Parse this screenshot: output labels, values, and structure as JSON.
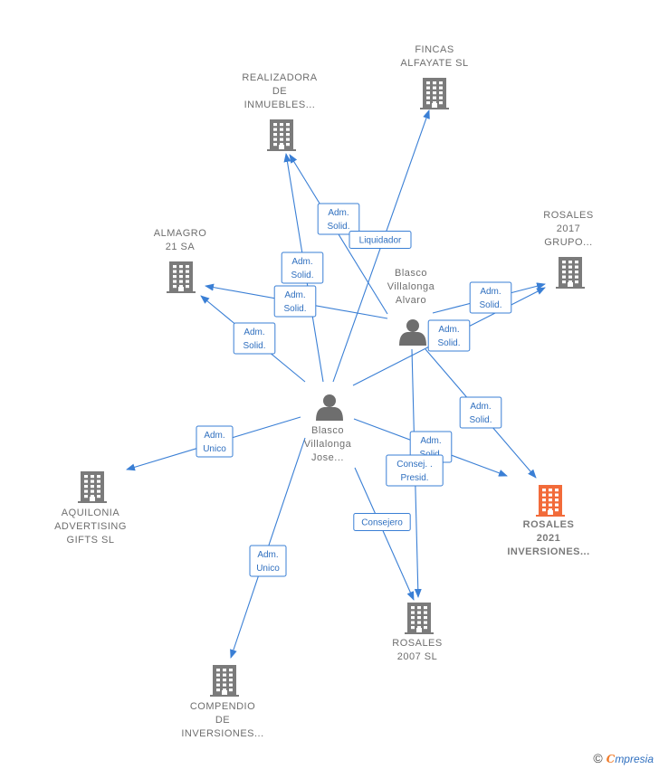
{
  "colors": {
    "edge": "#3a7fd5",
    "company": "#7b7b7b",
    "person": "#6e6e6e",
    "focus_company": "#f26b3a",
    "label": "#6e6e6e"
  },
  "nodes": [
    {
      "id": "fincas",
      "type": "company",
      "label": [
        "FINCAS",
        "ALFAYATE SL"
      ]
    },
    {
      "id": "realizadora",
      "type": "company",
      "label": [
        "REALIZADORA",
        "DE",
        "INMUEBLES..."
      ]
    },
    {
      "id": "almagro",
      "type": "company",
      "label": [
        "ALMAGRO",
        "21 SA"
      ]
    },
    {
      "id": "rosales2017",
      "type": "company",
      "label": [
        "ROSALES",
        "2017",
        "GRUPO..."
      ]
    },
    {
      "id": "alvaro",
      "type": "person",
      "label": [
        "Blasco",
        "Villalonga",
        "Alvaro"
      ]
    },
    {
      "id": "jose",
      "type": "person",
      "label": [
        "Blasco",
        "Villalonga",
        "Jose..."
      ]
    },
    {
      "id": "aquilonia",
      "type": "company",
      "label": [
        "AQUILONIA",
        "ADVERTISING",
        "GIFTS  SL"
      ]
    },
    {
      "id": "rosales2021",
      "type": "company",
      "focus": true,
      "label": [
        "ROSALES",
        "2021",
        "INVERSIONES..."
      ]
    },
    {
      "id": "rosales2007",
      "type": "company",
      "label": [
        "ROSALES",
        "2007 SL"
      ]
    },
    {
      "id": "compendio",
      "type": "company",
      "label": [
        "COMPENDIO",
        "DE",
        "INVERSIONES..."
      ]
    }
  ],
  "edges": [
    {
      "from": "alvaro",
      "to": "realizadora",
      "label": [
        "Adm.",
        "Solid."
      ]
    },
    {
      "from": "jose",
      "to": "fincas",
      "label": [
        "Liquidador"
      ]
    },
    {
      "from": "jose",
      "to": "realizadora",
      "label": [
        "Adm.",
        "Solid."
      ]
    },
    {
      "from": "alvaro",
      "to": "almagro",
      "label": [
        "Adm.",
        "Solid."
      ]
    },
    {
      "from": "jose",
      "to": "almagro",
      "label": [
        "Adm.",
        "Solid."
      ]
    },
    {
      "from": "alvaro",
      "to": "rosales2017",
      "label": [
        "Adm.",
        "Solid."
      ]
    },
    {
      "from": "jose",
      "to": "rosales2017",
      "label": [
        "Adm.",
        "Solid."
      ]
    },
    {
      "from": "alvaro",
      "to": "rosales2021",
      "label": [
        "Adm.",
        "Solid."
      ]
    },
    {
      "from": "jose",
      "to": "rosales2021",
      "label": [
        "Adm.",
        "Solid."
      ]
    },
    {
      "from": "alvaro",
      "to": "rosales2007",
      "label": [
        "Consej. .",
        "Presid."
      ]
    },
    {
      "from": "jose",
      "to": "rosales2007",
      "label": [
        "Consejero"
      ]
    },
    {
      "from": "jose",
      "to": "aquilonia",
      "label": [
        "Adm.",
        "Unico"
      ]
    },
    {
      "from": "jose",
      "to": "compendio",
      "label": [
        "Adm.",
        "Unico"
      ]
    }
  ],
  "brand": {
    "copyright": "©",
    "initial": "C",
    "rest": "mpresia"
  }
}
